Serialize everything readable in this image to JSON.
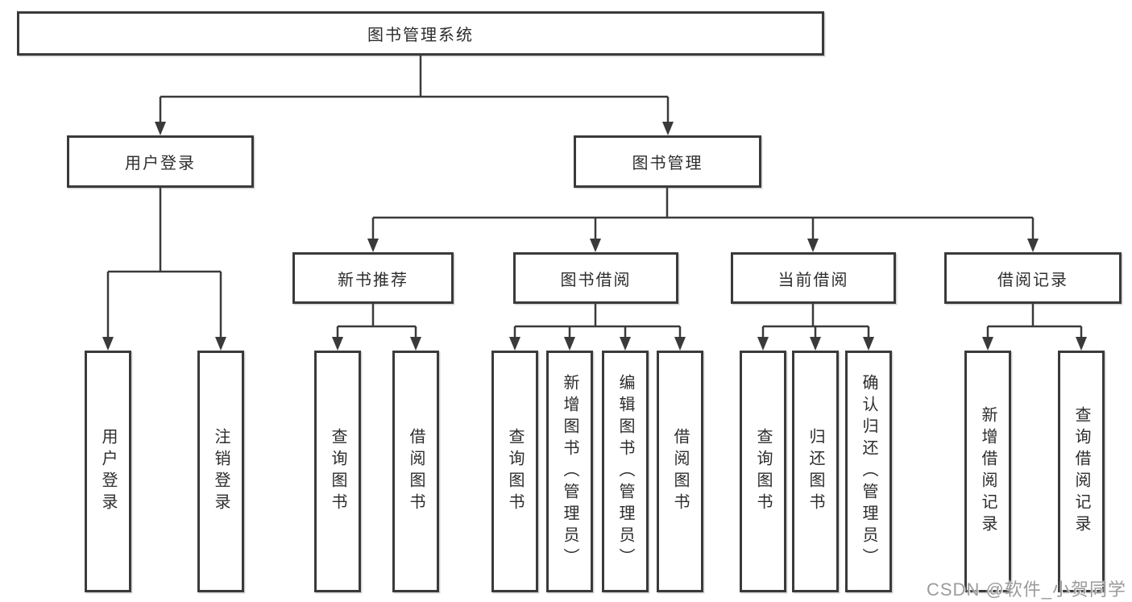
{
  "diagram": {
    "title": "图书管理系统",
    "tree": {
      "label": "图书管理系统",
      "children": [
        {
          "label": "用户登录",
          "children": [
            {
              "label": "用户登录"
            },
            {
              "label": "注销登录"
            }
          ]
        },
        {
          "label": "图书管理",
          "children": [
            {
              "label": "新书推荐",
              "children": [
                {
                  "label": "查询图书"
                },
                {
                  "label": "借阅图书"
                }
              ]
            },
            {
              "label": "图书借阅",
              "children": [
                {
                  "label": "查询图书"
                },
                {
                  "label": "新增图书（管理员）"
                },
                {
                  "label": "编辑图书（管理员）"
                },
                {
                  "label": "借阅图书"
                }
              ]
            },
            {
              "label": "当前借阅",
              "children": [
                {
                  "label": "查询图书"
                },
                {
                  "label": "归还图书"
                },
                {
                  "label": "确认归还（管理员）"
                }
              ]
            },
            {
              "label": "借阅记录",
              "children": [
                {
                  "label": "新增借阅记录"
                },
                {
                  "label": "查询借阅记录"
                }
              ]
            }
          ]
        }
      ]
    },
    "watermark": "CSDN @软件_小贺同学",
    "colors": {
      "line": "#3a3a3a",
      "text": "#2d2d2d",
      "box_background": "#ffffff",
      "watermark": "#9b9b9b"
    }
  }
}
